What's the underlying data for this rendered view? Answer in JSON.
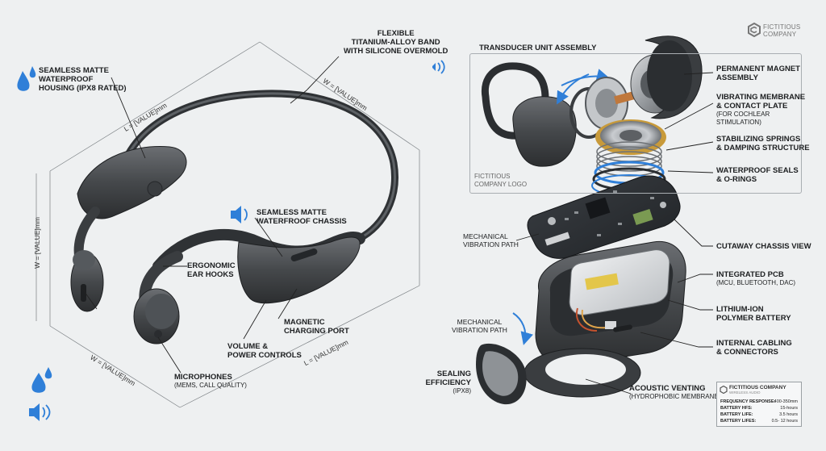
{
  "logo": {
    "line1": "FICTITIOUS",
    "line2": "COMPANY"
  },
  "left_labels": {
    "housing": [
      "SEAMLESS MATTE",
      "WATERPROOF",
      "HOUSING (IPX8 RATED)"
    ],
    "band": [
      "FLEXIBLE",
      "TITANIUM-ALLOY BAND",
      "WITH SILICONE OVERMOLD"
    ],
    "chassis": [
      "SEAMLESS MATTE",
      "WATERFROOF CHASSIS"
    ],
    "ear_hooks": [
      "ERGONOMIC",
      "EAR HOOKS"
    ],
    "controls": [
      "VOLUME &",
      "POWER CONTROLS"
    ],
    "charging": [
      "MAGNETIC",
      "CHARGING PORT"
    ],
    "mics_title": "MICROPHONES",
    "mics_sub": "(MEMS, CALL QUALITY)"
  },
  "dimensions": {
    "top_left": "L = [VALUE]mm",
    "top_right": "W = [VALUE]mm",
    "left_vertical": "W = [VALUE]mm",
    "bottom_left": "W = [VALUE]mm",
    "bottom_right": "L = [VALUE]mm"
  },
  "right_labels": {
    "assembly_title": "TRANSDUCER UNIT ASSEMBLY",
    "magnet": [
      "PERMANENT MAGNET",
      "ASSEMBLY"
    ],
    "membrane": [
      "VIBRATING MEMBRANE",
      "& CONTACT PLATE"
    ],
    "membrane_sub": [
      "(FOR COCHLEAR",
      "STIMULATION)"
    ],
    "springs": [
      "STABILIZING SPRINGS",
      "& DAMPING STRUCTURE"
    ],
    "seals": [
      "WATERPROOF SEALS",
      "& O-RINGS"
    ],
    "company_logo": [
      "FICTITIOUS",
      "COMPANY LOGO"
    ],
    "vib_path_1": [
      "MECHANICAL",
      "VIBRATION PATH"
    ],
    "cutaway": "CUTAWAY CHASSIS VIEW",
    "pcb": "INTEGRATED PCB",
    "pcb_sub": "(MCU, BLUETOOTH, DAC)",
    "battery": [
      "LITHIUM-ION",
      "POLYMER BATTERY"
    ],
    "vib_path_2": [
      "MECHANICAL",
      "VIBRATION PATH"
    ],
    "cabling": [
      "INTERNAL CABLING",
      "& CONNECTORS"
    ],
    "sealing": [
      "SEALING",
      "EFFICIENCY"
    ],
    "sealing_sub": "(IPX8)",
    "venting": "ACOUSTIC VENTING",
    "venting_sub": "(HYDROPHOBIC MEMBRANE)"
  },
  "specs": {
    "brand": "FICTITIOUS COMPANY",
    "brand_sub": "WIRELESS AUDIO",
    "rows": [
      {
        "key": "FREQUENCY RESPONSE:",
        "value": "400-350mm"
      },
      {
        "key": "BATTERY HFS:",
        "value": "15-hours"
      },
      {
        "key": "BATTERY LIFE:",
        "value": "3.5 hours"
      },
      {
        "key": "BATTERY LIFES:",
        "value": "0.5- 12 hours"
      }
    ]
  },
  "colors": {
    "accent_blue": "#2f7fd8",
    "body_dark": "#4a4d50",
    "line": "#222222"
  }
}
